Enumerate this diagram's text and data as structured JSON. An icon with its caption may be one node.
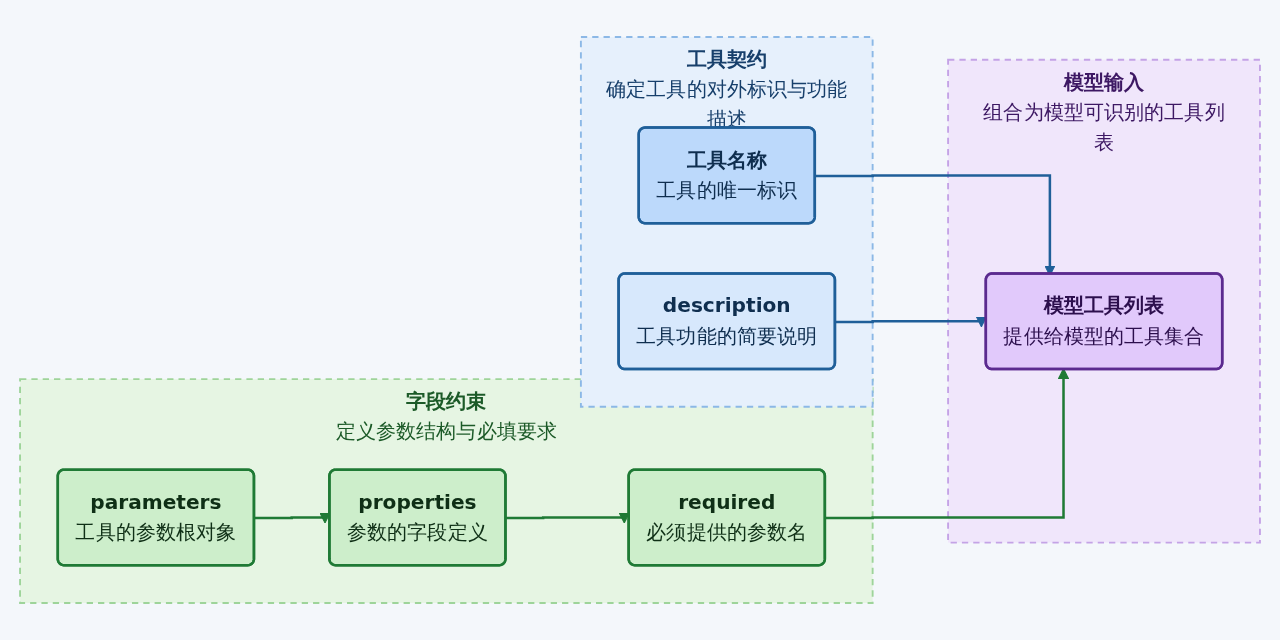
{
  "diagram": {
    "nodes": [
      {
        "text": [
          "工具契约",
          "确定工具的对外标识与功能描述"
        ]
      },
      {
        "text": [
          "工具名称",
          "工具的唯一标识"
        ],
        "in": 0
      },
      {
        "text": [
          "description",
          "工具功能的简要说明"
        ],
        "in": 0
      },
      {
        "text": [
          "字段约束",
          "定义参数结构与必填要求"
        ]
      },
      {
        "text": [
          "parameters",
          "工具的参数根对象"
        ],
        "in": 3
      },
      {
        "text": [
          "properties",
          "参数的字段定义"
        ],
        "in": 3
      },
      {
        "text": [
          "required",
          "必须提供的参数名"
        ],
        "in": 3
      },
      {
        "text": [
          "模型输入",
          "组合为模型可识别的工具列表"
        ]
      },
      {
        "text": [
          "模型工具列表",
          "提供给模型的工具集合"
        ],
        "in": 7
      }
    ],
    "edges": [
      {
        "from": 1,
        "to": 8,
        "arrow": "to",
        "color": "#1f5f99"
      },
      {
        "from": 2,
        "to": 8,
        "arrow": "to",
        "color": "#1f5f99"
      },
      {
        "from": 4,
        "to": 5,
        "arrow": "to"
      },
      {
        "from": 5,
        "to": 6,
        "arrow": "to"
      },
      {
        "from": 6,
        "to": 8,
        "arrow": "to"
      }
    ]
  }
}
